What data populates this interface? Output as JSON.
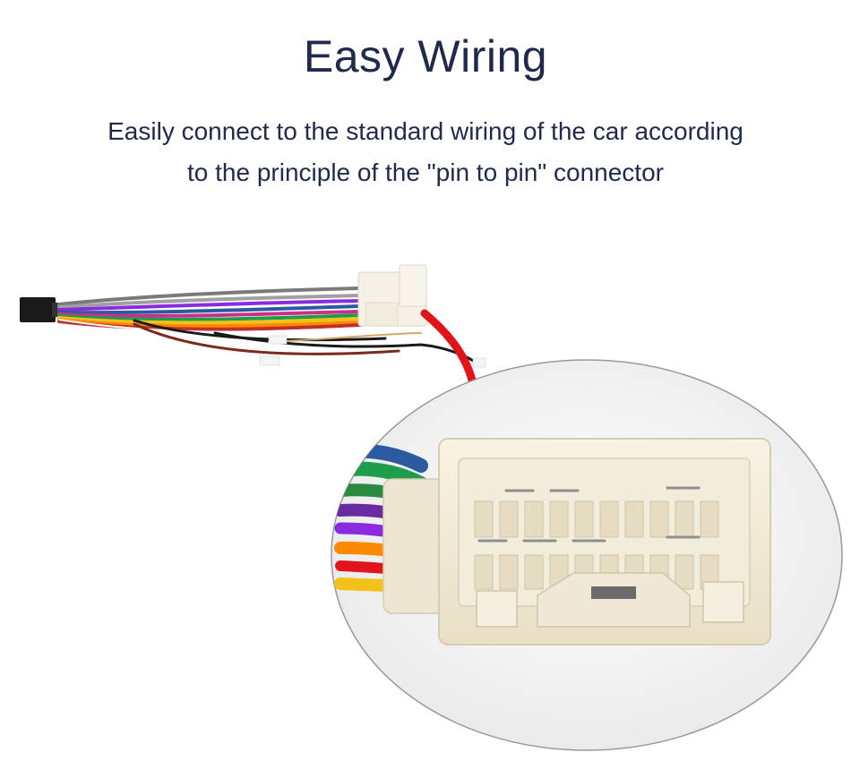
{
  "header": {
    "title": "Easy Wiring",
    "subtitle_line1": "Easily connect to the standard wiring of the car according",
    "subtitle_line2": "to the principle of the \"pin to pin\" connector"
  },
  "colors": {
    "text": "#1f2a4d",
    "arrow": "#e0141a",
    "connector": "#f3ecd9",
    "circle_bg": "#f6f6f6"
  },
  "icons": {
    "arrow": "curved-arrow-icon",
    "harness": "wiring-harness-icon",
    "connector": "connector-closeup-icon"
  }
}
